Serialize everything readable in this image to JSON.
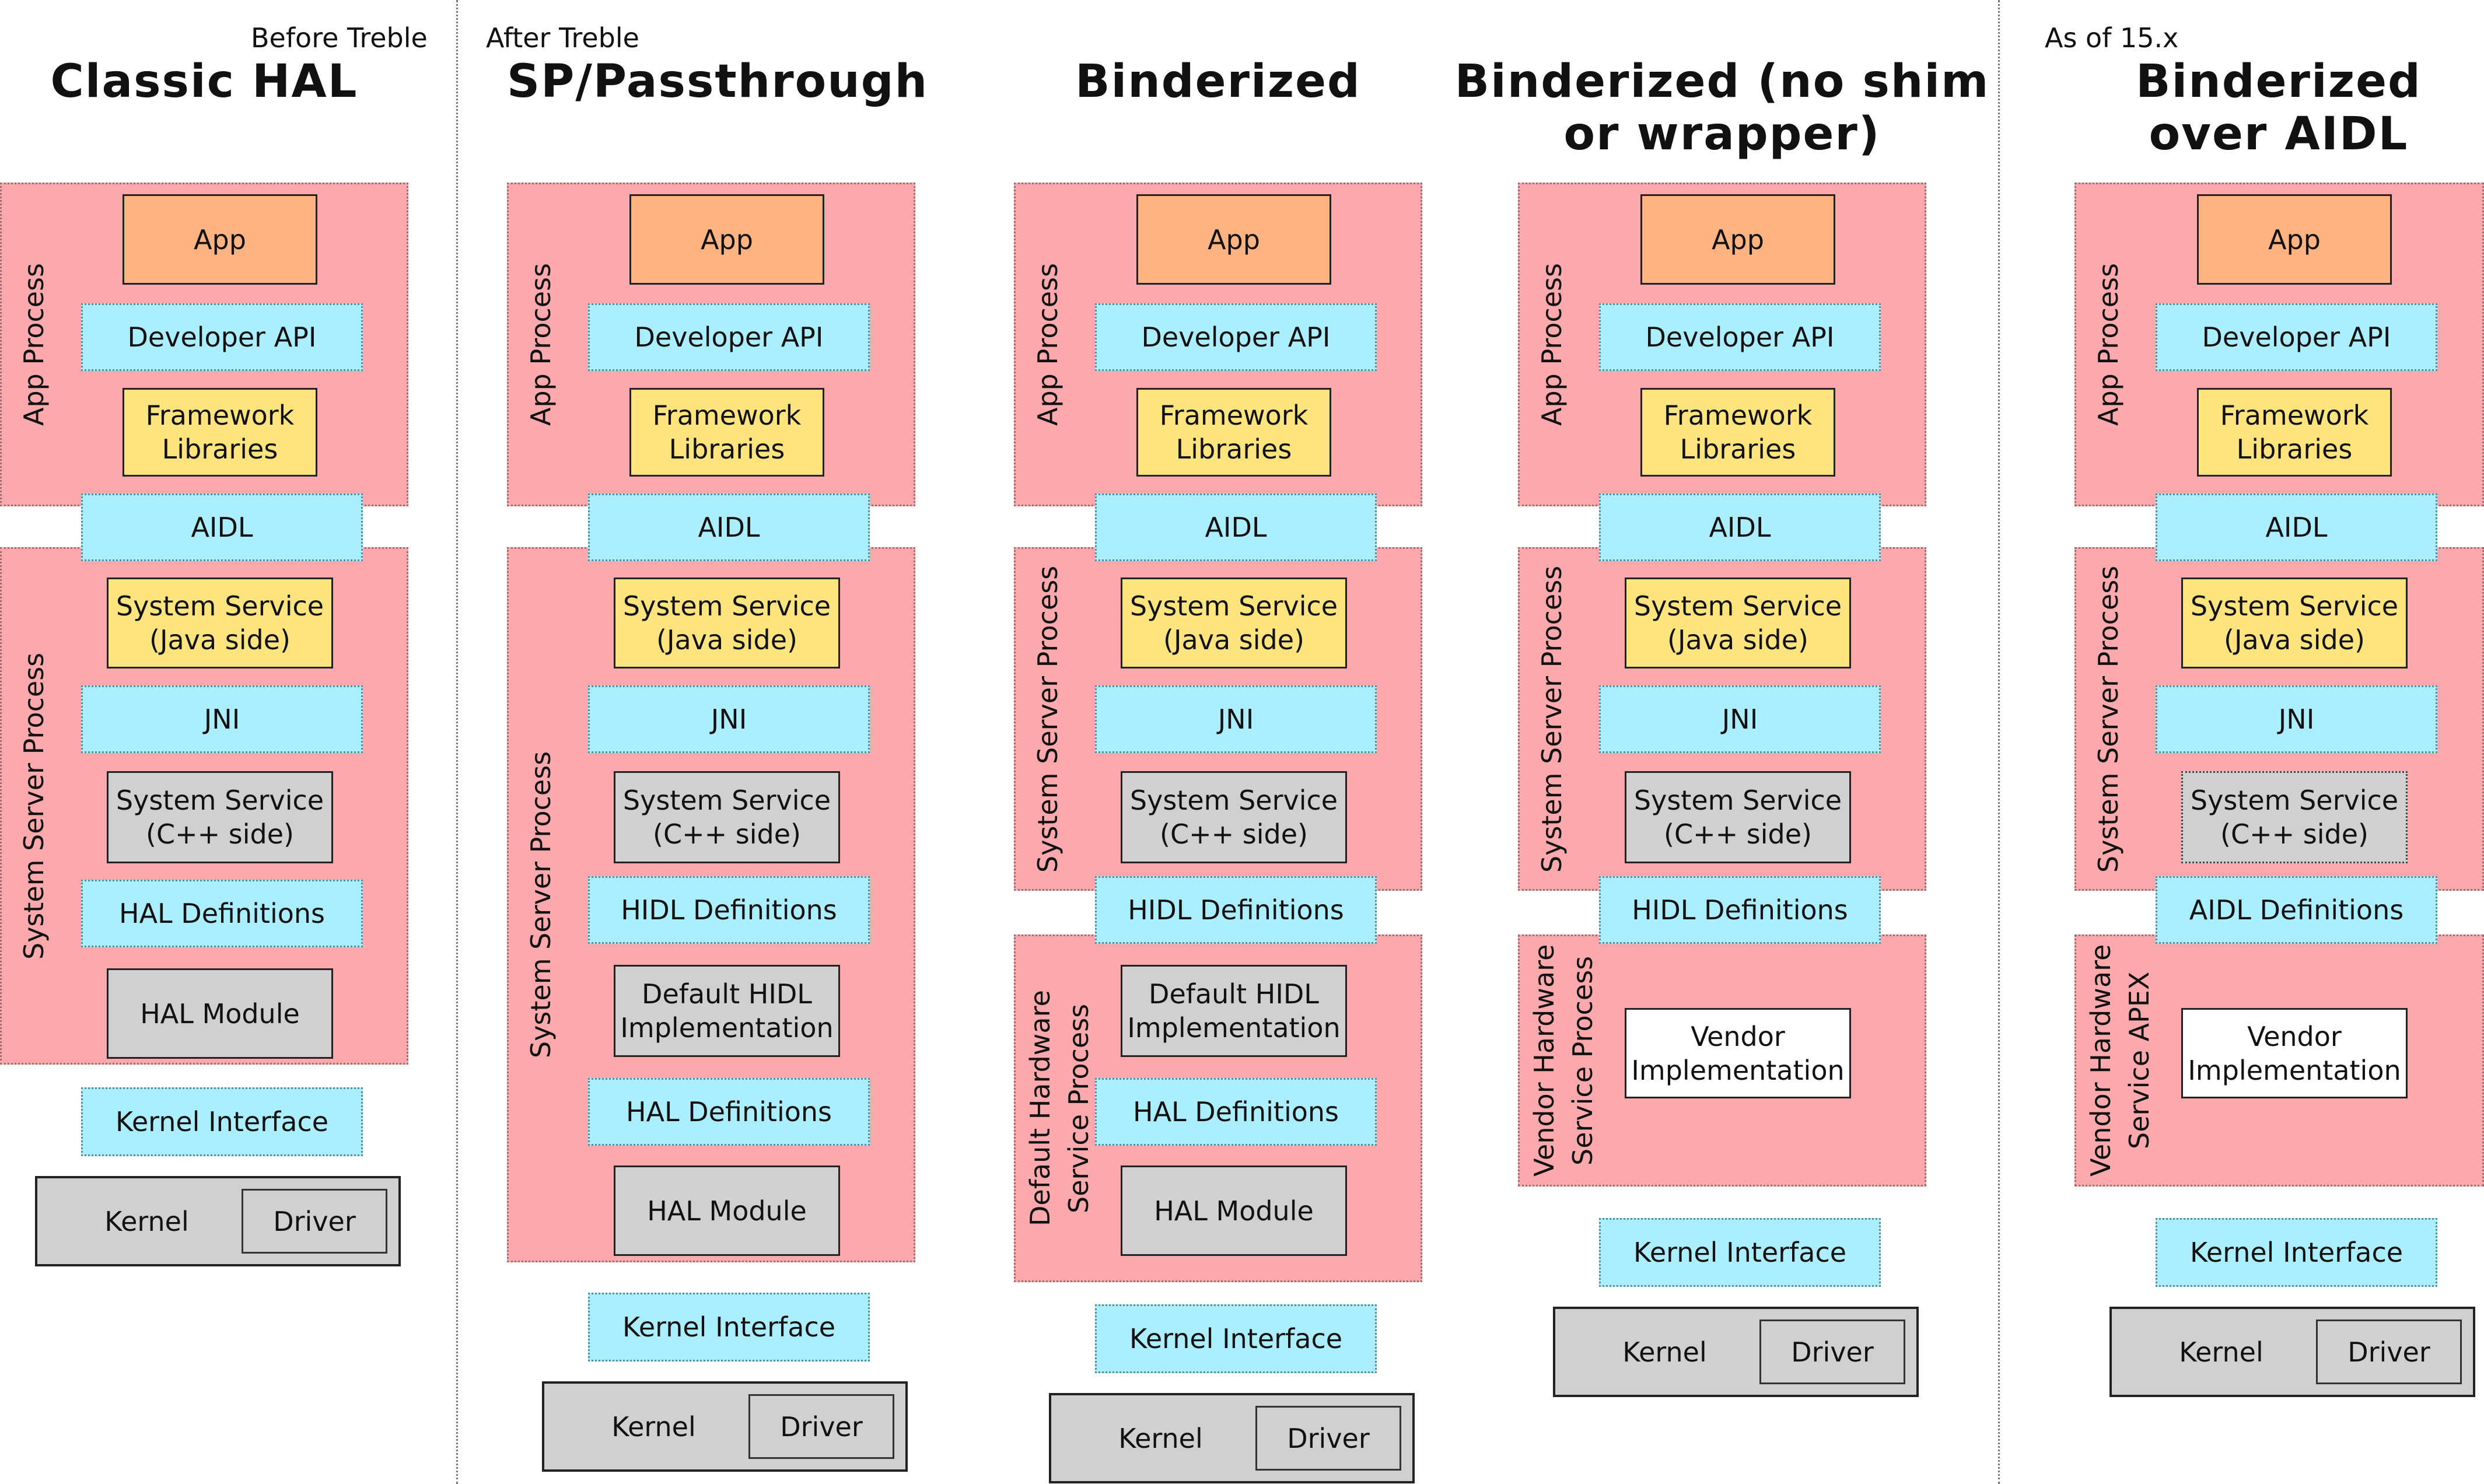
{
  "headers": {
    "before_treble": "Before Treble",
    "after_treble": "After Treble",
    "as_of": "As of 15.x"
  },
  "colors": {
    "process_fill": "#fca9ad",
    "interface_fill": "#aaeeff",
    "app_fill": "#fdb482",
    "library_fill": "#fde47f",
    "native_fill": "#d0d0d0",
    "vendor_fill": "#ffffff"
  },
  "columns": [
    {
      "title": "Classic HAL",
      "app_process": "App Process",
      "app": "App",
      "developer_api": "Developer API",
      "framework": "Framework\nLibraries",
      "aidl": "AIDL",
      "system_server": "System Server Process",
      "service_java": "System Service\n(Java side)",
      "jni": "JNI",
      "service_cpp": "System Service\n(C++ side)",
      "hal_defs": "HAL Definitions",
      "hal_module": "HAL Module",
      "kernel_interface": "Kernel Interface",
      "kernel": "Kernel",
      "driver": "Driver"
    },
    {
      "title": "SP/Passthrough",
      "app_process": "App Process",
      "app": "App",
      "developer_api": "Developer API",
      "framework": "Framework\nLibraries",
      "aidl": "AIDL",
      "system_server": "System Server Process",
      "service_java": "System Service\n(Java side)",
      "jni": "JNI",
      "service_cpp": "System Service\n(C++ side)",
      "hidl_defs": "HIDL Definitions",
      "default_hidl": "Default HIDL\nImplementation",
      "hal_defs": "HAL Definitions",
      "hal_module": "HAL Module",
      "kernel_interface": "Kernel Interface",
      "kernel": "Kernel",
      "driver": "Driver"
    },
    {
      "title": "Binderized",
      "app_process": "App Process",
      "app": "App",
      "developer_api": "Developer API",
      "framework": "Framework\nLibraries",
      "aidl": "AIDL",
      "system_server": "System Server Process",
      "service_java": "System Service\n(Java side)",
      "jni": "JNI",
      "service_cpp": "System Service\n(C++ side)",
      "hidl_defs": "HIDL Definitions",
      "hw_process": "Default Hardware\nService Process",
      "default_hidl": "Default HIDL\nImplementation",
      "hal_defs": "HAL Definitions",
      "hal_module": "HAL Module",
      "kernel_interface": "Kernel Interface",
      "kernel": "Kernel",
      "driver": "Driver"
    },
    {
      "title": "Binderized\n(no shim or wrapper)",
      "app_process": "App Process",
      "app": "App",
      "developer_api": "Developer API",
      "framework": "Framework\nLibraries",
      "aidl": "AIDL",
      "system_server": "System Server Process",
      "service_java": "System Service\n(Java side)",
      "jni": "JNI",
      "service_cpp": "System Service\n(C++ side)",
      "hidl_defs": "HIDL Definitions",
      "hw_process": "Vendor Hardware\nService Process",
      "vendor_impl": "Vendor\nImplementation",
      "kernel_interface": "Kernel Interface",
      "kernel": "Kernel",
      "driver": "Driver"
    },
    {
      "title": "Binderized\nover AIDL",
      "app_process": "App Process",
      "app": "App",
      "developer_api": "Developer API",
      "framework": "Framework\nLibraries",
      "aidl": "AIDL",
      "system_server": "System Server Process",
      "service_java": "System Service\n(Java side)",
      "jni": "JNI",
      "service_cpp": "System Service\n(C++ side)",
      "aidl_defs": "AIDL Definitions",
      "hw_process": "Vendor Hardware\nService APEX",
      "vendor_impl": "Vendor\nImplementation",
      "kernel_interface": "Kernel Interface",
      "kernel": "Kernel",
      "driver": "Driver"
    }
  ]
}
